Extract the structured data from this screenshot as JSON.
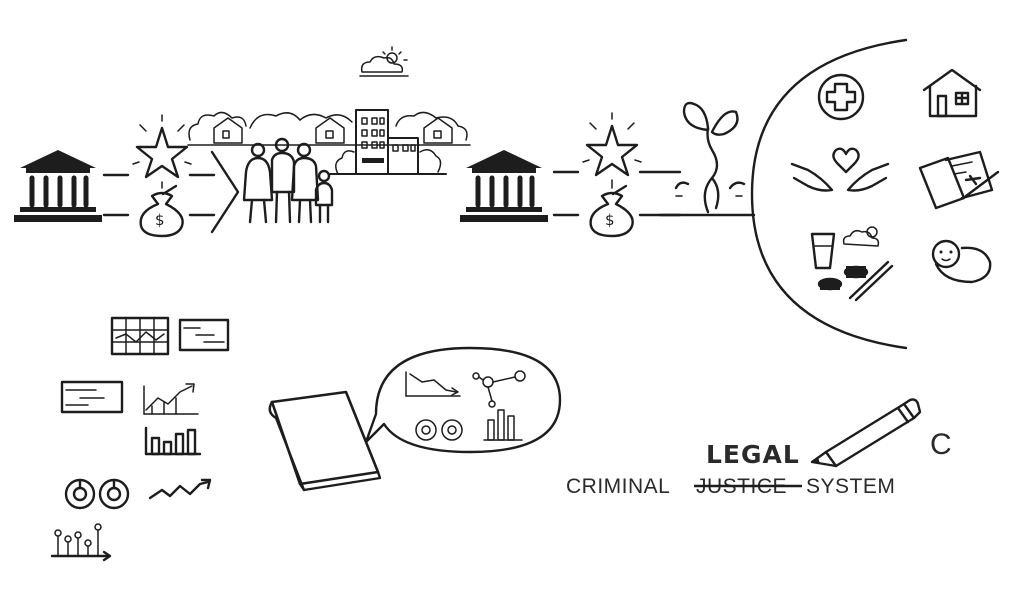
{
  "caption": {
    "prefix": "CRIMINAL",
    "struck_word": "JUSTICE",
    "suffix": "SYSTEM",
    "handwritten_replacement": "LEGAL"
  },
  "money_bag_symbol": "$",
  "stray_glyph": "C",
  "icons": {
    "flow_top": [
      "bank-icon",
      "star-icon",
      "money-bag-icon",
      "arrow-right-icon",
      "family-icon",
      "neighborhood-icon",
      "building-icon",
      "cloud-sun-icon"
    ],
    "flow_bottom_right": [
      "bank-icon",
      "star-icon",
      "money-bag-icon",
      "sprout-icon"
    ],
    "outcomes": [
      "health-cross-icon",
      "house-icon",
      "caring-hands-heart-icon",
      "document-pen-icon",
      "food-drink-icon",
      "baby-icon"
    ],
    "data_charts": [
      "heatmap-chart-icon",
      "gantt-chart-icon",
      "timeline-bar-icon",
      "line-up-chart-icon",
      "bar-chart-icon",
      "donut-pair-icon",
      "zigzag-line-icon",
      "lollipop-chart-icon"
    ],
    "report": [
      "book-icon",
      "speech-bubble-icon"
    ],
    "writing": [
      "pencil-icon"
    ]
  }
}
